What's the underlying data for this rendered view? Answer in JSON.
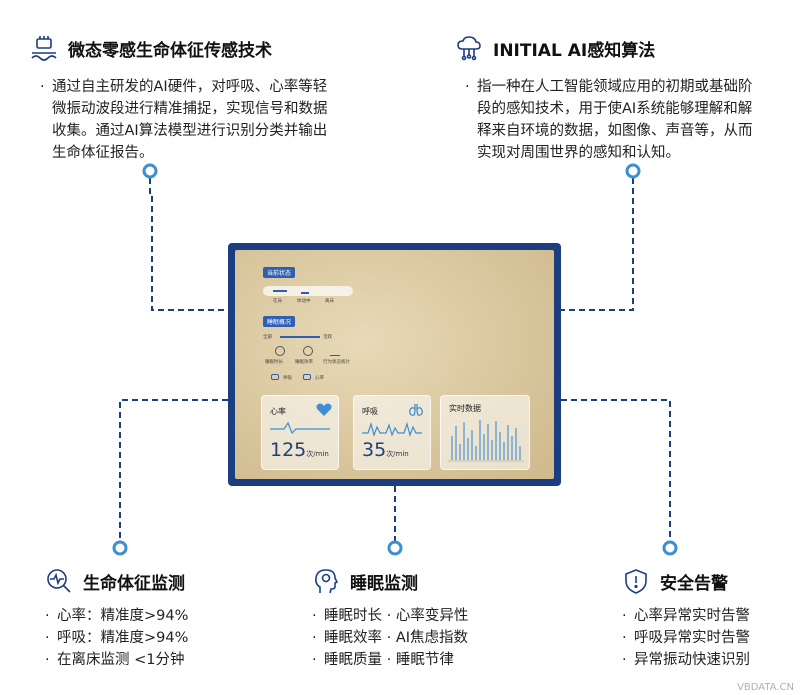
{
  "top_left": {
    "title": "微态零感生命体征传感技术",
    "lines": [
      "通过自主研发的AI硬件，对呼吸、心率等轻",
      "微振动波段进行精准捕捉，实现信号和数据",
      "收集。通过AI算法模型进行识别分类并输出",
      "生命体征报告。"
    ],
    "icon": "chip-wave-icon"
  },
  "top_right": {
    "title": "INITIAL AI感知算法",
    "lines": [
      "指一种在人工智能领域应用的初期或基础阶",
      "段的感知技术，用于使AI系统能够理解和解",
      "释来自环境的数据，如图像、声音等，从而",
      "实现对周围世界的感知和认知。"
    ],
    "icon": "cloud-network-icon"
  },
  "bottom_left": {
    "title": "生命体征监测",
    "items": [
      "心率：精准度>94%",
      "呼吸：精准度>94%",
      "在离床监测 <1分钟"
    ],
    "icon": "vital-search-icon"
  },
  "bottom_mid": {
    "title": "睡眠监测",
    "items": [
      "睡眠时长 · 心率变异性",
      "睡眠效率 · AI焦虑指数",
      "睡眠质量 · 睡眠节律"
    ],
    "icon": "head-brain-icon"
  },
  "bottom_right": {
    "title": "安全告警",
    "items": [
      "心率异常实时告警",
      "呼吸异常实时告警",
      "异常振动快速识别"
    ],
    "icon": "shield-alert-icon"
  },
  "device": {
    "status_label": "当前状态",
    "sleep_label": "睡眠概况",
    "status_items": [
      "在床",
      "体动中",
      "离床"
    ],
    "sleep_scale_left": "全部",
    "sleep_scale_right": "活跃",
    "sleep_items": [
      "睡眠时长",
      "睡眠效率",
      "行为状态统计"
    ],
    "breath_tag": "呼吸",
    "heart_tag": "心率",
    "heart_card": {
      "label": "心率",
      "value": "125",
      "unit": "次/min"
    },
    "breath_card": {
      "label": "呼吸",
      "value": "35",
      "unit": "次/min"
    },
    "realtime_card": {
      "label": "实时数据"
    }
  },
  "colors": {
    "connector": "#1c3d80",
    "node": "#3d8fd1",
    "device_frame": "#1c3d80"
  },
  "watermark": "VBDATA.CN"
}
